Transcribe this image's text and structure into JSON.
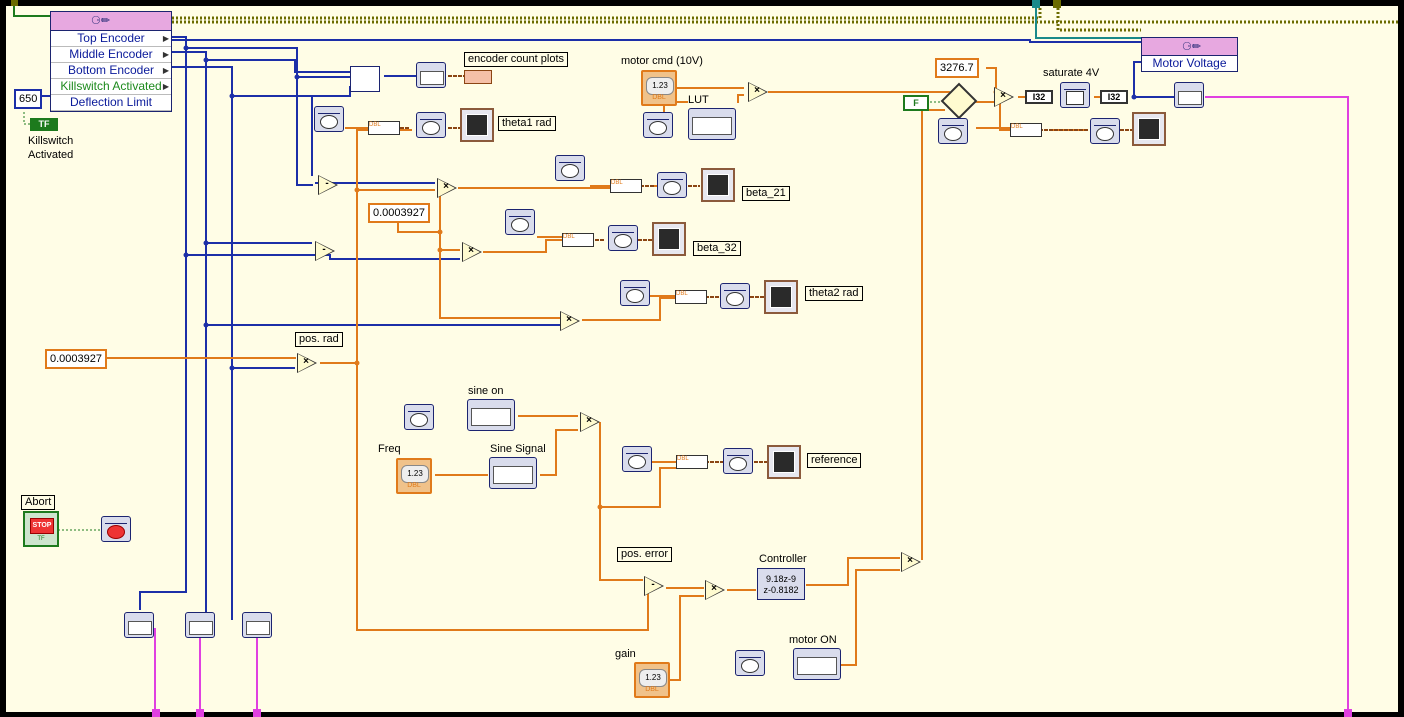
{
  "encoder_cluster": {
    "items": [
      {
        "label": "Top Encoder",
        "green": false
      },
      {
        "label": "Middle Encoder",
        "green": false
      },
      {
        "label": "Bottom Encoder",
        "green": false
      },
      {
        "label": "Killswitch Activated",
        "green": true
      },
      {
        "label": "Deflection Limit",
        "green": false
      }
    ]
  },
  "constants": {
    "deflection_limit_value": "650",
    "scale_main": "0.0003927",
    "scale_beta": "0.0003927",
    "saturation_scale": "3276.7",
    "false_const": "F",
    "killswitch_tf": "TF"
  },
  "labels": {
    "killswitch_activated": "Killswitch\nActivated",
    "encoder_count_plots": "encoder count plots",
    "theta1_rad": "theta1 rad",
    "beta_21": "beta_21",
    "beta_32": "beta_32",
    "theta2_rad": "theta2 rad",
    "pos_rad": "pos. rad",
    "reference": "reference",
    "pos_error": "pos. error",
    "motor_cmd": "motor cmd (10V)",
    "lut": "LUT",
    "saturate": "saturate 4V",
    "motor_voltage": "Motor Voltage",
    "sine_on": "sine on",
    "freq": "Freq",
    "sine_signal": "Sine Signal",
    "controller": "Controller",
    "controller_tf": "9.18z-9\nz-0.8182",
    "motor_on": "motor ON",
    "gain": "gain",
    "abort": "Abort",
    "i32": "I32",
    "dbl": "DBL",
    "num": "1.23"
  },
  "colors": {
    "canvas": "#fffde6",
    "wire_int": "#1c2fa8",
    "wire_dbl": "#e07a1a",
    "wire_bool": "#1d7a1d",
    "wire_wave": "#8b5a3c",
    "wire_dyn": "#e040e0"
  },
  "icons": [
    "stopwatch-icon",
    "graph-icon",
    "multiply-icon",
    "subtract-icon",
    "stop-icon",
    "cluster-unbundle-icon",
    "cluster-bundle-icon",
    "waveform-icon",
    "controller-icon",
    "saturation-icon"
  ]
}
